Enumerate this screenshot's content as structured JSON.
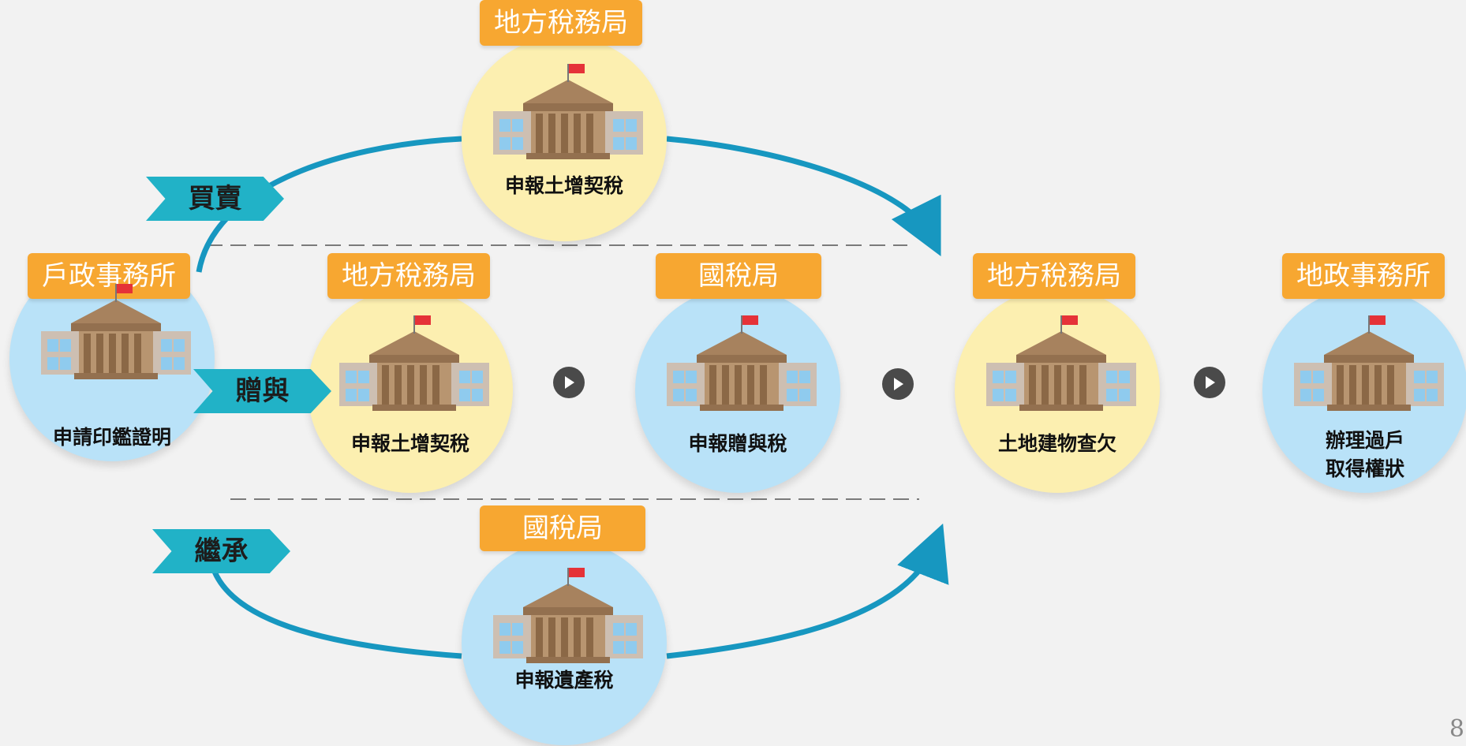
{
  "page_title": "",
  "page_number": "8",
  "colors": {
    "arrow": "#1797c0",
    "tag": "#21b2c7",
    "agency": "#f7a731",
    "blue_circle": "#b9e2f8",
    "yellow_circle": "#fcefb0"
  },
  "branches": {
    "sale": "買賣",
    "gift": "贈與",
    "inheritance": "繼承"
  },
  "nodes": {
    "household": {
      "agency": "戶政事務所",
      "caption": [
        "申請印鑑證明"
      ]
    },
    "sale_tax": {
      "agency": "地方稅務局",
      "caption": [
        "申報土增契稅"
      ]
    },
    "gift_tax_local": {
      "agency": "地方稅務局",
      "caption": [
        "申報土增契稅"
      ]
    },
    "national_tax": {
      "agency": "國稅局",
      "caption": [
        "申報贈與稅"
      ]
    },
    "check_tax": {
      "agency": "地方稅務局",
      "caption": [
        "土地建物查欠"
      ]
    },
    "land_office": {
      "agency": "地政事務所",
      "caption": [
        "辦理過戶",
        "取得權狀"
      ]
    },
    "inheritance_tax": {
      "agency": "國稅局",
      "caption": [
        "申報遺產稅"
      ]
    }
  },
  "icons": {
    "building": "government-building-icon",
    "flag": "flag-icon",
    "step": "play-icon"
  }
}
